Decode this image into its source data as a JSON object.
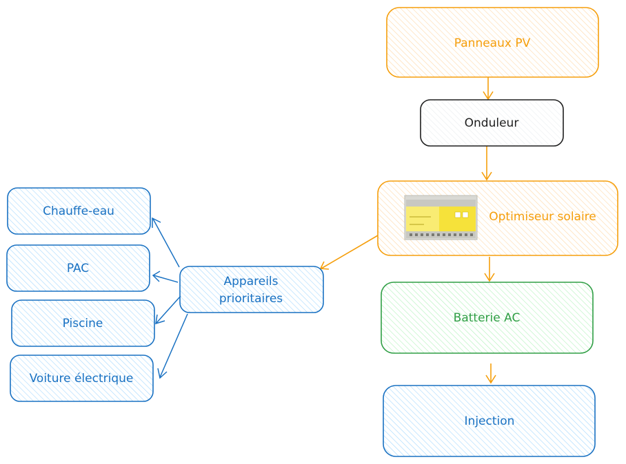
{
  "nodes": {
    "pv": {
      "label": "Panneaux PV",
      "color": "#f59e0b"
    },
    "onduleur": {
      "label": "Onduleur",
      "color": "#1e1e1e"
    },
    "optimiseur": {
      "label": "Optimiseur solaire",
      "color": "#f59e0b",
      "image": "optimiseur-device-photo"
    },
    "batterie": {
      "label": "Batterie AC",
      "color": "#2f9e44"
    },
    "injection": {
      "label": "Injection",
      "color": "#1971c2"
    },
    "appareils": {
      "label_line1": "Appareils",
      "label_line2": "prioritaires",
      "color": "#1971c2"
    },
    "chauffe_eau": {
      "label": "Chauffe-eau",
      "color": "#1971c2"
    },
    "pac": {
      "label": "PAC",
      "color": "#1971c2"
    },
    "piscine": {
      "label": "Piscine",
      "color": "#1971c2"
    },
    "voiture": {
      "label": "Voiture électrique",
      "color": "#1971c2"
    }
  },
  "edges": [
    {
      "from": "pv",
      "to": "onduleur"
    },
    {
      "from": "onduleur",
      "to": "optimiseur"
    },
    {
      "from": "optimiseur",
      "to": "batterie"
    },
    {
      "from": "batterie",
      "to": "injection"
    },
    {
      "from": "optimiseur",
      "to": "appareils"
    },
    {
      "from": "appareils",
      "to": "chauffe_eau"
    },
    {
      "from": "appareils",
      "to": "pac"
    },
    {
      "from": "appareils",
      "to": "piscine"
    },
    {
      "from": "appareils",
      "to": "voiture"
    }
  ]
}
